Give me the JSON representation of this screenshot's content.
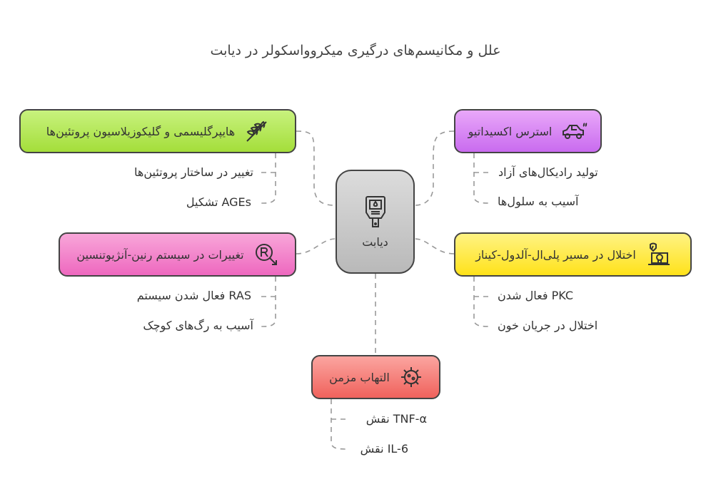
{
  "title": "علل و مکانیسم‌های درگیری میکروواسکولر در دیابت",
  "center": {
    "label": "دیابت",
    "icon": "glucose-meter-icon"
  },
  "branches": [
    {
      "label": "هایپرگلیسمی و گلیکوزیلاسیون پروتئین‌ها",
      "icon": "wheat-icon",
      "color": "#b5e85a",
      "items": [
        "تغییر در ساختار پروتئین‌ها",
        "AGEs تشکیل"
      ]
    },
    {
      "label": "استرس اکسیداتیو",
      "icon": "car-exhaust-icon",
      "color": "#dd8cf5",
      "items": [
        "تولید رادیکال‌های آزاد",
        "آسیب به سلول‌ها"
      ]
    },
    {
      "label": "تغییرات در سیستم رنین-آنژیوتنسین",
      "icon": "registered-arrow-icon",
      "color": "#f387cc",
      "items": [
        "RAS فعال شدن سیستم",
        "آسیب به رگ‌های کوچک"
      ]
    },
    {
      "label": "اختلال در مسیر پلی‌ال-آلدول-کیناز",
      "icon": "laptop-skull-icon",
      "color": "#ffea4a",
      "items": [
        "PKC فعال شدن",
        "اختلال در جریان خون"
      ]
    },
    {
      "label": "التهاب مزمن",
      "icon": "virus-icon",
      "color": "#f6837d",
      "items": [
        "TNF-α نقش",
        "IL-6 نقش"
      ]
    }
  ]
}
